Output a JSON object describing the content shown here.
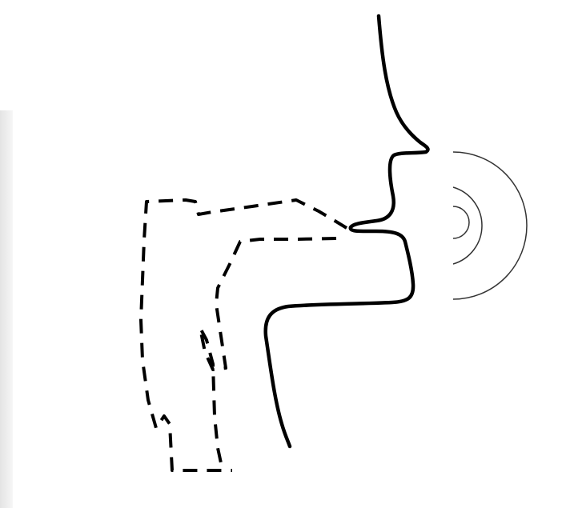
{
  "diagram": {
    "subject": "speech-production-side-profile",
    "colors": {
      "background": "#ffffff",
      "profile_stroke": "#000000",
      "tract_stroke": "#000000",
      "sound_waves": "#333333",
      "edge_shade": "#e8e8e8"
    },
    "elements": {
      "face_profile": "solid-line",
      "vocal_tract": "dashed-line",
      "sound_waves": 3
    }
  }
}
